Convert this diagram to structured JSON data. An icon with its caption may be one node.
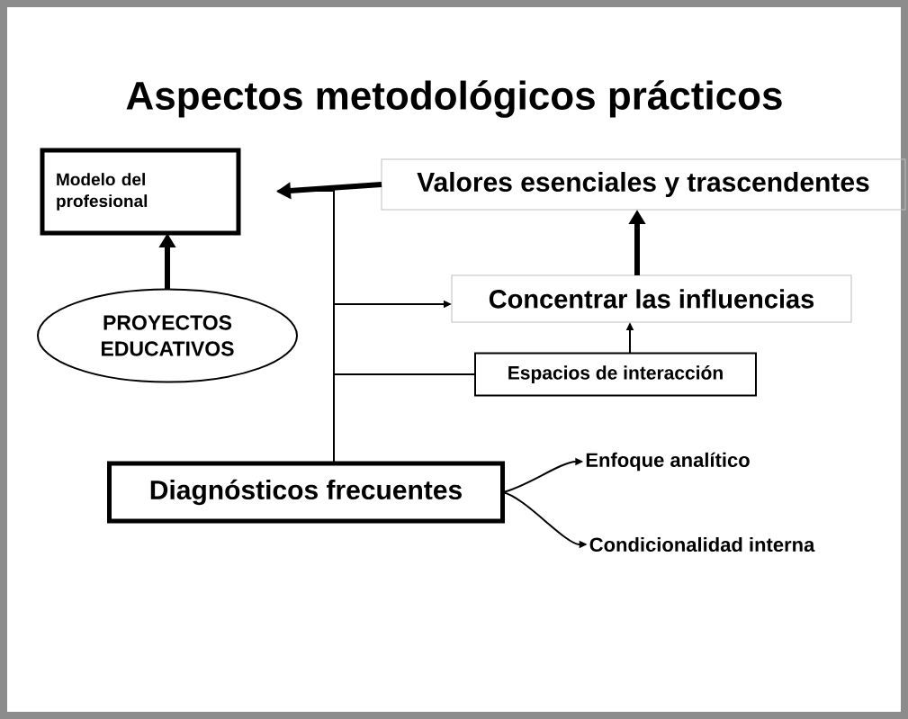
{
  "diagram": {
    "title": "Aspectos metodológicos prácticos",
    "nodes": [
      {
        "text": [
          "Modelo del profesional"
        ]
      },
      {
        "text": [
          "Valores esenciales y trascendentes"
        ]
      },
      {
        "text": [
          "PROYECTOS EDUCATIVOS"
        ]
      },
      {
        "text": [
          "Concentrar las influencias"
        ]
      },
      {
        "text": [
          "Espacios de interacción"
        ]
      },
      {
        "text": [
          "Diagnósticos frecuentes"
        ]
      },
      {
        "text": [
          "Enfoque analítico"
        ]
      },
      {
        "text": [
          "Condicionalidad interna"
        ]
      }
    ],
    "edges": [
      {
        "from": 2,
        "to": 0,
        "arrow": "to",
        "style": "thick"
      },
      {
        "from": 1,
        "to": 0,
        "arrow": "to",
        "style": "thick"
      },
      {
        "from": 5,
        "to": 0,
        "arrow": "to"
      },
      {
        "from": 5,
        "to": 3,
        "arrow": "to"
      },
      {
        "from": 4,
        "to": 5,
        "arrow": "none"
      },
      {
        "from": 3,
        "to": 1,
        "arrow": "to",
        "style": "thick"
      },
      {
        "from": 4,
        "to": 3,
        "arrow": "to"
      },
      {
        "from": 5,
        "to": 6,
        "arrow": "to"
      },
      {
        "from": 5,
        "to": 7,
        "arrow": "to"
      }
    ]
  }
}
